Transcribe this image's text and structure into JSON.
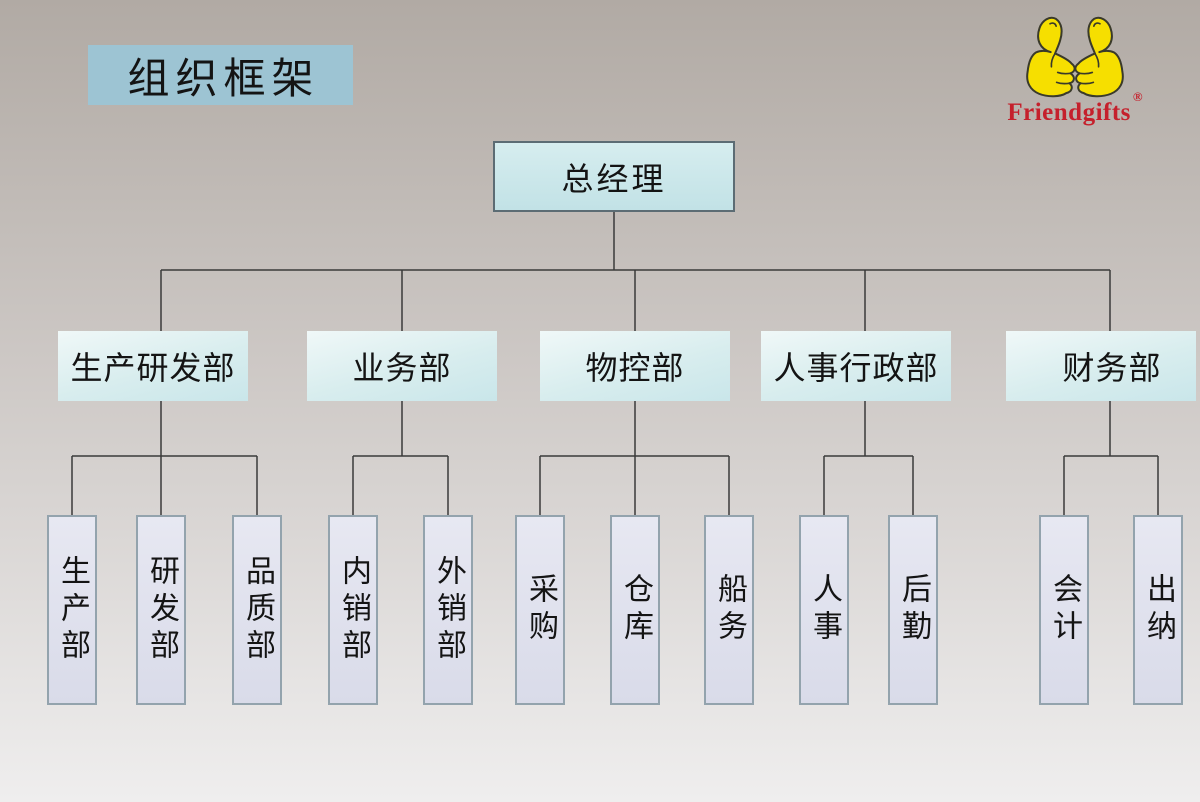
{
  "slide": {
    "title": "组织框架"
  },
  "logo": {
    "brand": "Friendgifts",
    "registered_mark": "®"
  },
  "org_chart": {
    "root": {
      "label": "总经理"
    },
    "departments": [
      {
        "label": "生产研发部",
        "children": [
          "生产部",
          "研发部",
          "品质部"
        ]
      },
      {
        "label": "业务部",
        "children": [
          "内销部",
          "外销部"
        ]
      },
      {
        "label": "物控部",
        "children": [
          "采购",
          "仓库",
          "船务"
        ]
      },
      {
        "label": "人事行政部",
        "children": [
          "人事",
          "后勤"
        ]
      },
      {
        "label": "财务部",
        "children": [
          "会计",
          "出纳"
        ]
      }
    ]
  },
  "colors": {
    "background_top": "#b1aaa4",
    "background_bottom": "#efeeee",
    "title_box_bg": "#9dc4d3",
    "root_box_bg": "#c9e6e9",
    "dept_box_bg": "#d8edee",
    "sub_box_bg": "#dfe1ee",
    "sub_box_border": "#93a3ad",
    "connector": "#3a3a3a",
    "logo_yellow": "#f6df00",
    "logo_red": "#c5202c"
  }
}
